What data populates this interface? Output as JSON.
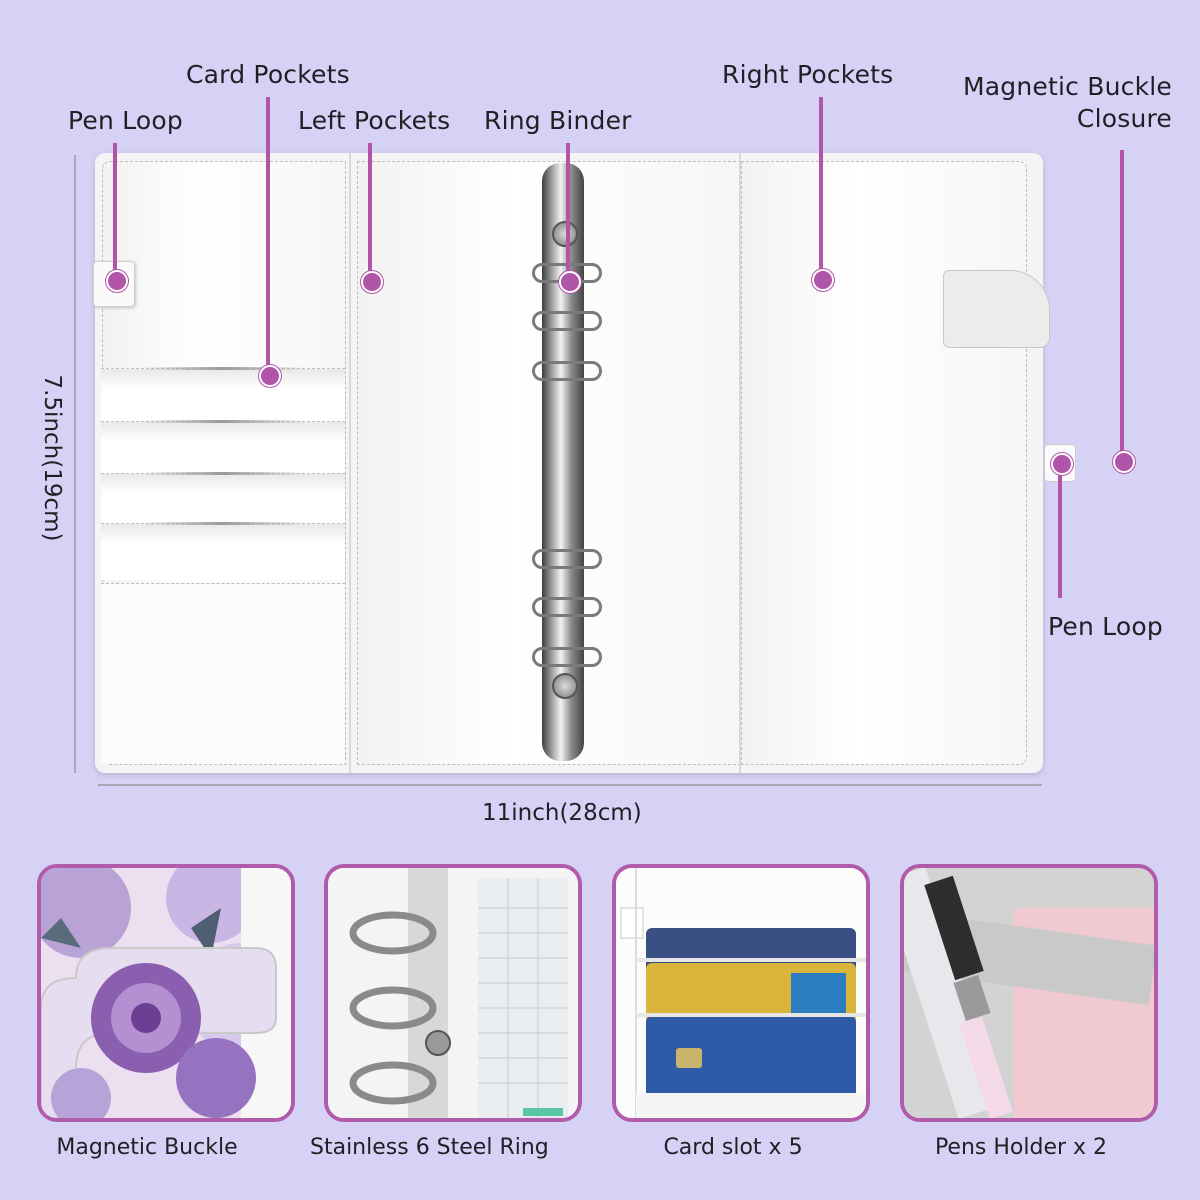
{
  "labels": {
    "card_pockets": "Card Pockets",
    "pen_loop_left": "Pen Loop",
    "left_pockets": "Left Pockets",
    "ring_binder": "Ring Binder",
    "right_pockets": "Right Pockets",
    "magnetic_buckle_closure_line1": "Magnetic Buckle",
    "magnetic_buckle_closure_line2": "Closure",
    "pen_loop_right": "Pen Loop"
  },
  "dimensions": {
    "height": "7.5inch(19cm)",
    "width": "11inch(28cm)"
  },
  "thumbnails": [
    {
      "caption": "Magnetic Buckle"
    },
    {
      "caption": "Stainless 6 Steel Ring"
    },
    {
      "caption": "Card slot x 5"
    },
    {
      "caption": "Pens Holder x 2"
    }
  ],
  "colors": {
    "background": "#d6d2f6",
    "accent": "#b055a8",
    "binder": "#f4f4f4"
  }
}
